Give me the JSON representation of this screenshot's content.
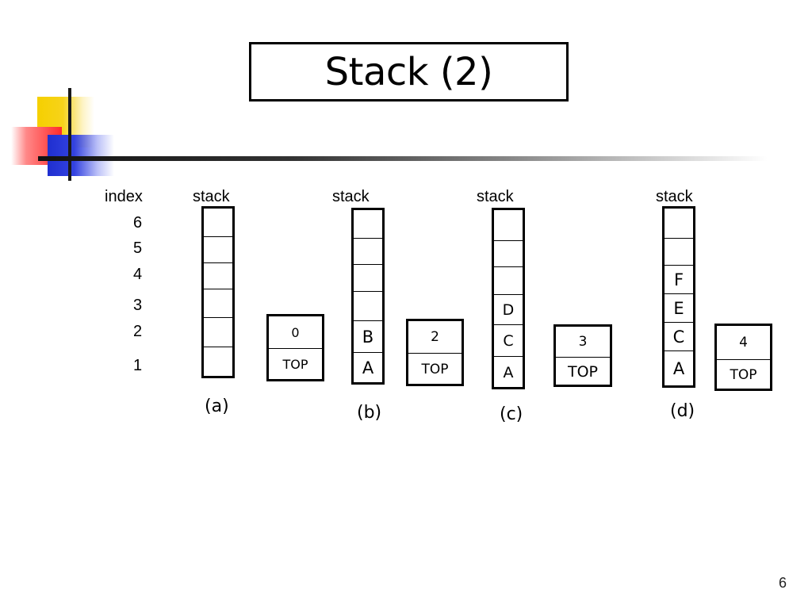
{
  "slide": {
    "title": "Stack (2)",
    "page_number": "6"
  },
  "index_header": "index",
  "index_labels": [
    "6",
    "5",
    "4",
    "3",
    "2",
    "1"
  ],
  "stack_label": "stack",
  "panels": [
    {
      "caption": "(a)",
      "stack_label": "stack",
      "top_value": "0",
      "top_label": "TOP",
      "cells_top_to_bottom": [
        "",
        "",
        "",
        "",
        "",
        ""
      ]
    },
    {
      "caption": "(b)",
      "stack_label": "stack",
      "top_value": "2",
      "top_label": "TOP",
      "cells_top_to_bottom": [
        "",
        "",
        "",
        "",
        "B",
        "A"
      ]
    },
    {
      "caption": "(c)",
      "stack_label": "stack",
      "top_value": "3",
      "top_label": "TOP",
      "cells_top_to_bottom": [
        "",
        "",
        "",
        "D",
        "C",
        "A"
      ]
    },
    {
      "caption": "(d)",
      "stack_label": "stack",
      "top_value": "4",
      "top_label": "TOP",
      "cells_top_to_bottom": [
        "",
        "",
        "F",
        "E",
        "C",
        "A"
      ]
    }
  ],
  "colors": {
    "decor_yellow": "#f5d000",
    "decor_red": "#ff2a2a",
    "decor_blue": "#1f2fd0"
  }
}
